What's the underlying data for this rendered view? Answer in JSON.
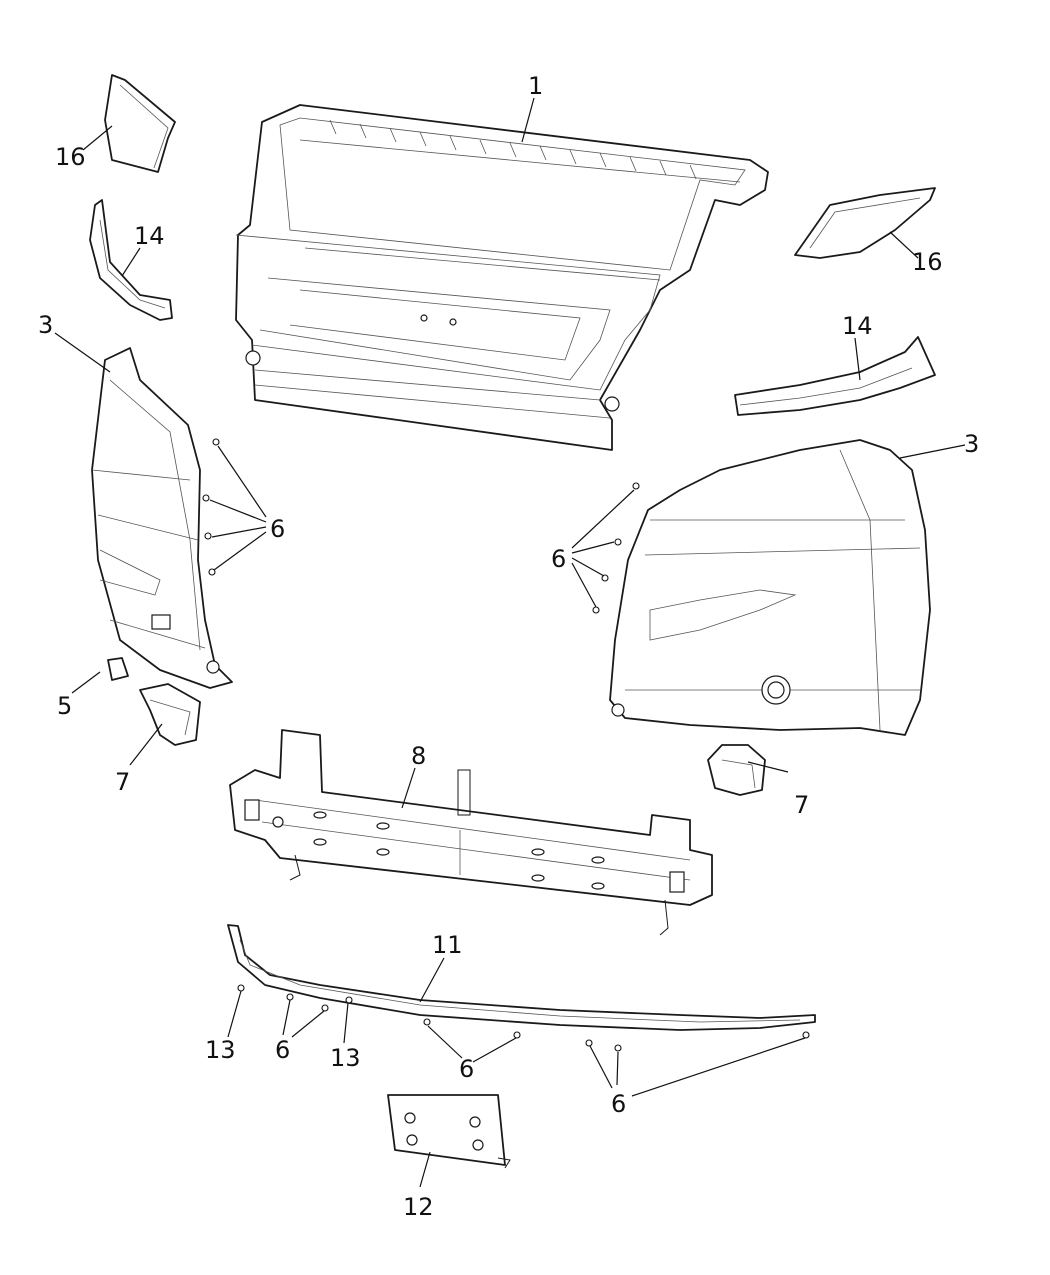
{
  "callouts": {
    "c1": "1",
    "c16_left": "16",
    "c16_right": "16",
    "c14_left": "14",
    "c14_right": "14",
    "c3_left": "3",
    "c3_right": "3",
    "c6_left": "6",
    "c6_right": "6",
    "c5": "5",
    "c7_left": "7",
    "c7_right": "7",
    "c8": "8",
    "c11": "11",
    "c13_a": "13",
    "c13_b": "13",
    "c6_bottom_a": "6",
    "c6_bottom_b": "6",
    "c6_bottom_c": "6",
    "c12": "12"
  }
}
